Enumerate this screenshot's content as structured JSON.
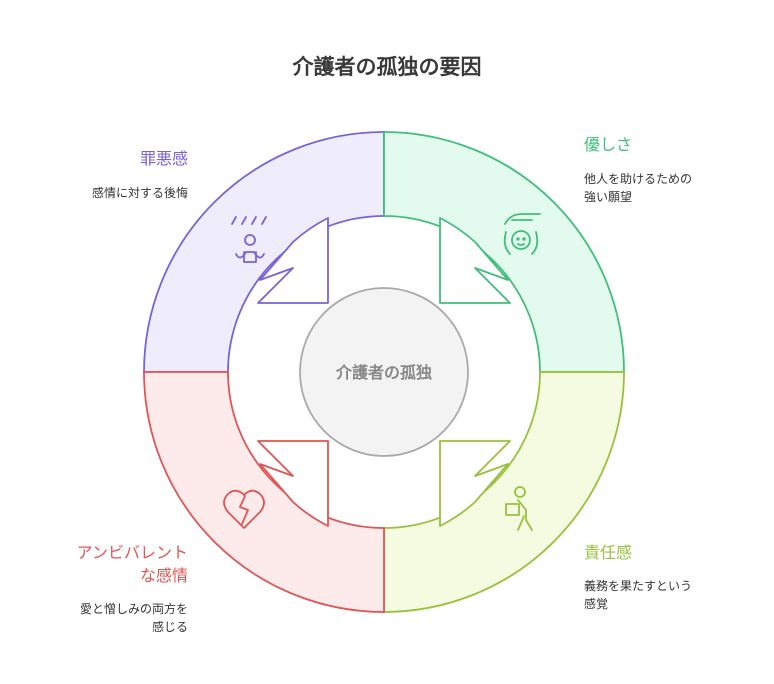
{
  "title": "介護者の孤独の要因",
  "center": {
    "label": "介護者の孤独"
  },
  "segments": [
    {
      "key": "guilt",
      "heading": "罪悪感",
      "description": "感情に対する後悔",
      "icon": "sad-person-rain-icon",
      "stroke": "#7a62d8",
      "fill": "#efedfb"
    },
    {
      "key": "kindness",
      "heading": "優しさ",
      "description": [
        "他人を助けるための",
        "強い願望"
      ],
      "icon": "caring-hand-icon",
      "stroke": "#3fbf7a",
      "fill": "#e3faee"
    },
    {
      "key": "responsibility",
      "heading": "責任感",
      "description": [
        "義務を果たすという",
        "感覚"
      ],
      "icon": "person-carrying-box-icon",
      "stroke": "#9ac03c",
      "fill": "#f4fbe0"
    },
    {
      "key": "ambivalence",
      "heading": [
        "アンビバレント",
        "な感情"
      ],
      "description": [
        "愛と憎しみの両方を",
        "感じる"
      ],
      "icon": "broken-heart-icon",
      "stroke": "#e05555",
      "fill": "#fdeaea"
    }
  ]
}
